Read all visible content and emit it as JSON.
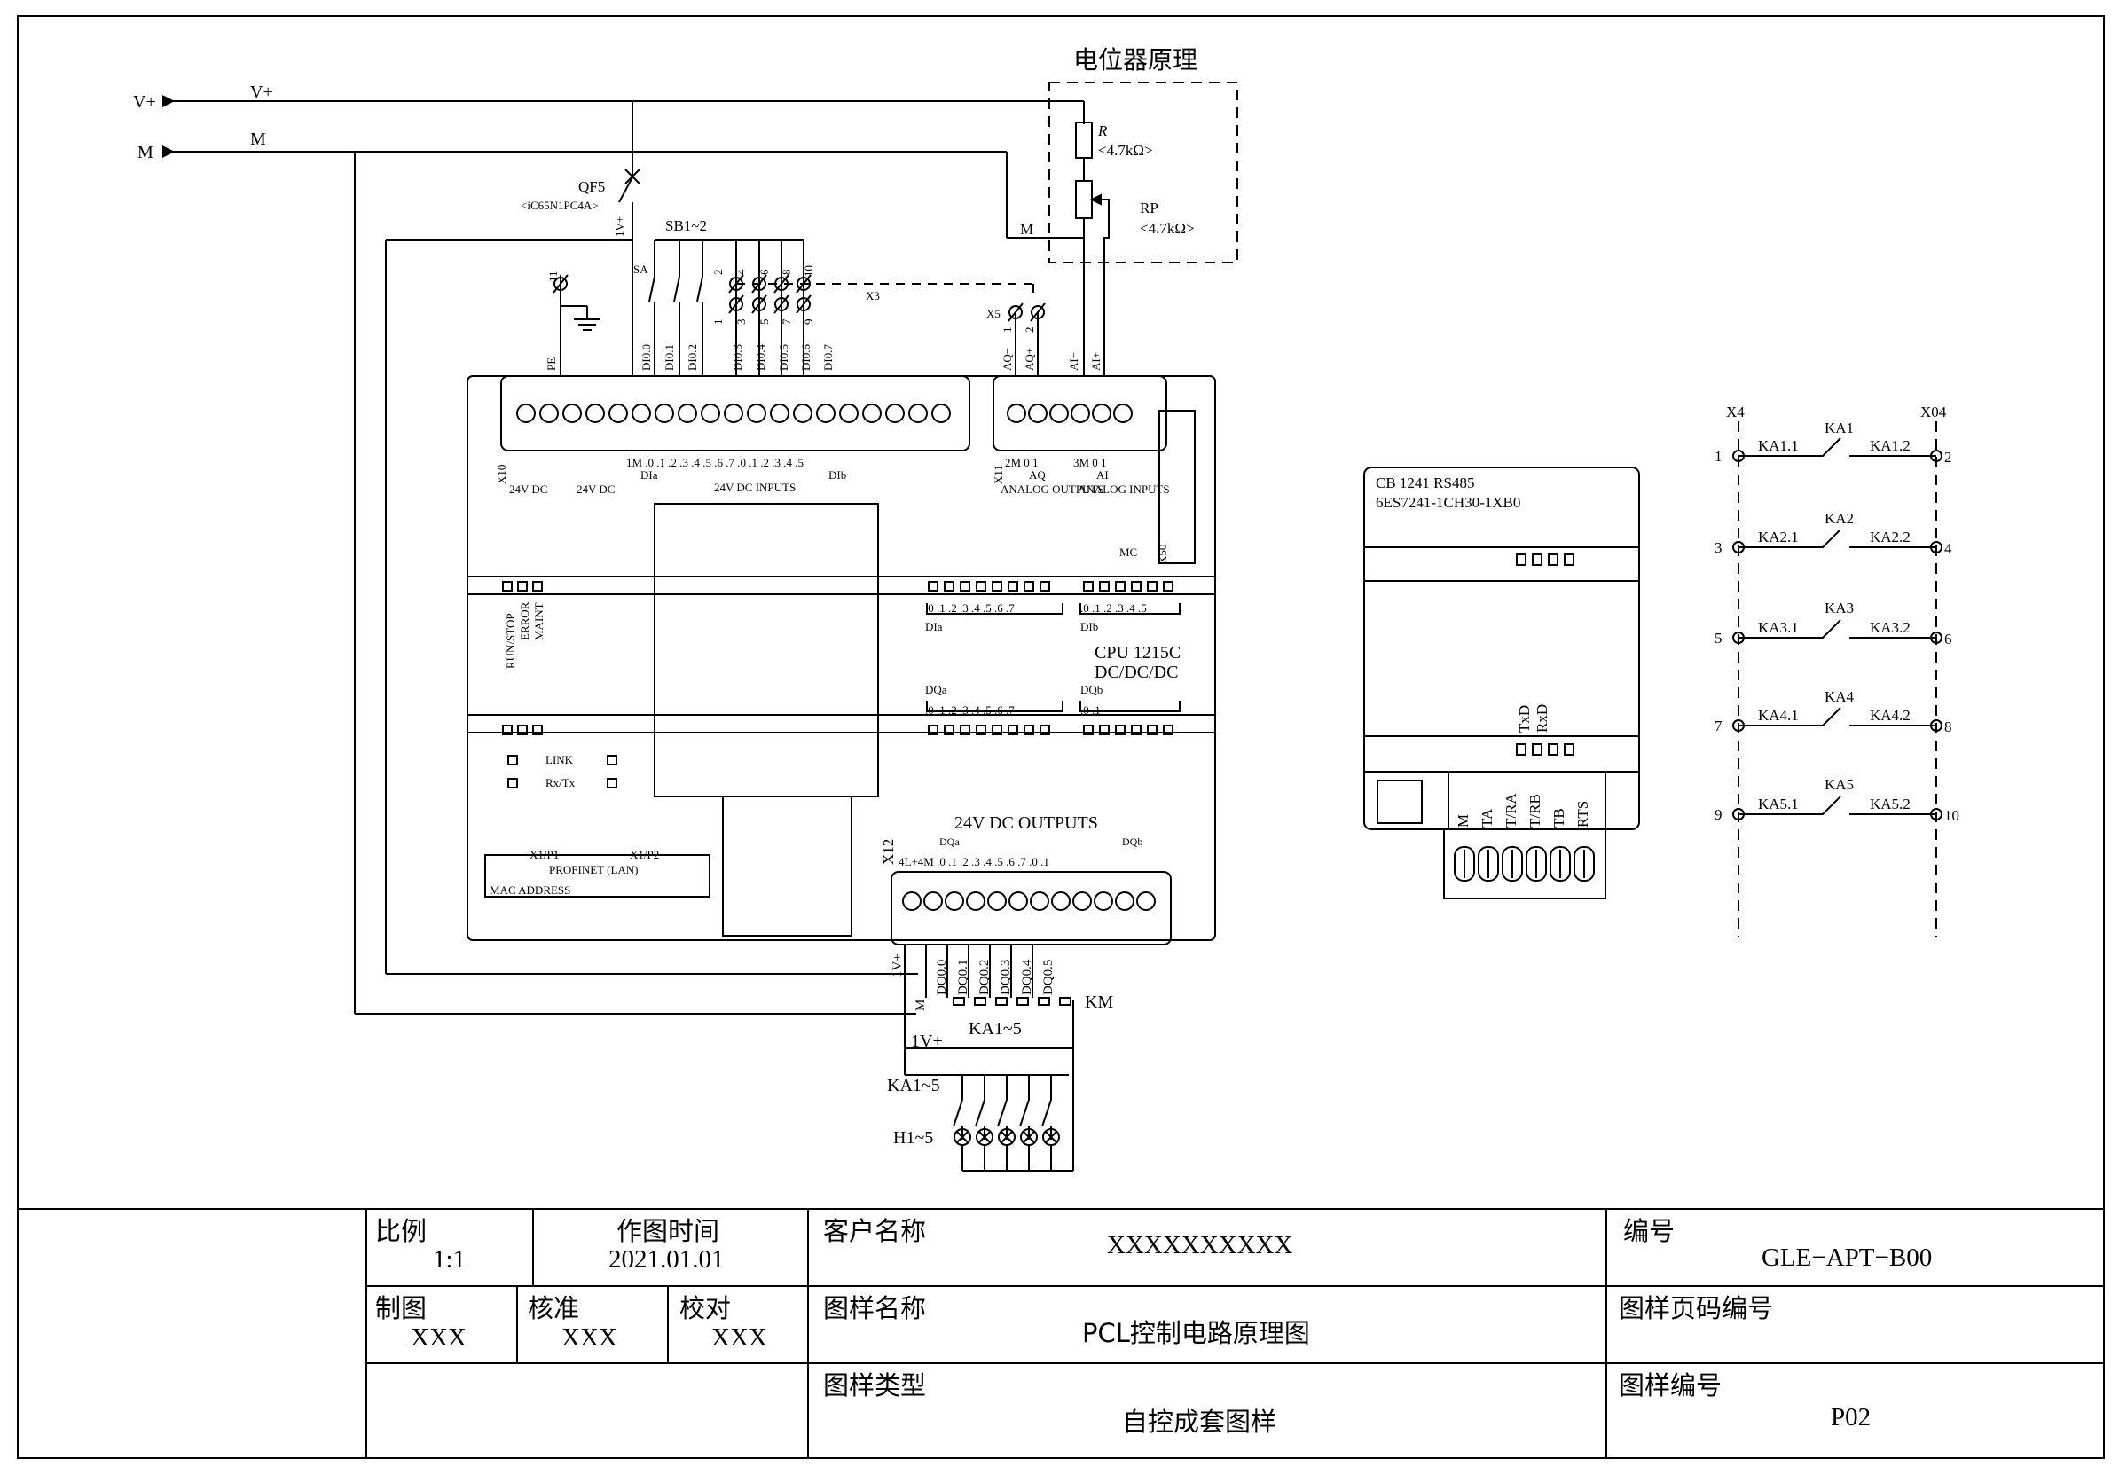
{
  "supply": {
    "vplus": "V+",
    "m": "M"
  },
  "potentiometer": {
    "title": "电位器原理",
    "r_label": "R",
    "r_value": "<4.7kΩ>",
    "rp_label": "RP",
    "rp_value": "<4.7kΩ>",
    "m_label": "M"
  },
  "breaker": {
    "name": "QF5",
    "model": "<iC65N1PC4A>",
    "wire": "1V+"
  },
  "switches": {
    "name": "SB1~2",
    "sa": "SA"
  },
  "terminals": {
    "x3": "X3",
    "x5": "X5",
    "pe_num": "11",
    "top_nums": [
      "2",
      "4",
      "6",
      "8",
      "10"
    ],
    "bottom_nums": [
      "1",
      "3",
      "5",
      "7",
      "9"
    ],
    "x5_nums": [
      "1",
      "2"
    ]
  },
  "plc": {
    "pin_labels": [
      "PE",
      "DI0.0",
      "DI0.1",
      "DI0.2",
      "DI0.3",
      "DI0.4",
      "DI0.5",
      "DI0.6",
      "DI0.7"
    ],
    "analog_pins": [
      "AQ−",
      "AQ+",
      "AI−",
      "AI+"
    ],
    "x10": "X10",
    "x11": "X11",
    "x12": "X12",
    "x50": "X50",
    "di_header": "1M .0 .1 .2 .3 .4 .5 .6 .7 .0 .1 .2 .3 .4 .5",
    "dia": "DIa",
    "dib": "DIb",
    "dc24_a": "24V DC",
    "dc24_b": "24V DC",
    "inputs_label": "24V DC INPUTS",
    "aq_header": "2M 0 1",
    "ai_header": "3M 0 1",
    "aq": "AQ",
    "ai": "AI",
    "analog_outputs": "ANALOG OUTPUTS",
    "analog_inputs": "ANALOG INPUTS",
    "mc": "MC",
    "status": [
      "RUN/STOP",
      "ERROR",
      "MAINT"
    ],
    "dia_leds": ".0 .1 .2 .3 .4 .5 .6 .7",
    "dib_leds": ".0 .1 .2 .3 .4 .5",
    "cpu_model": "CPU 1215C",
    "cpu_type": "DC/DC/DC",
    "dqa": "DQa",
    "dqb": "DQb",
    "dqa_leds": ".0 .1 .2 .3 .4 .5 .6 .7",
    "dqb_leds": ".0 .1",
    "link": "LINK",
    "rxtx": "Rx/Tx",
    "x1p1": "X1/P1",
    "x1p2": "X1/P2",
    "profinet": "PROFINET (LAN)",
    "mac": "MAC ADDRESS",
    "outputs_label": "24V DC OUTPUTS",
    "dq_header": "4L+4M .0 .1 .2 .3 .4 .5 .6 .7 .0 .1",
    "out_pins": [
      "1V+",
      "M",
      "DQ0.0",
      "DQ0.1",
      "DQ0.2",
      "DQ0.3",
      "DQ0.4",
      "DQ0.5"
    ]
  },
  "output_circuit": {
    "km": "KM",
    "coils": "KA1~5",
    "wire": "1V+",
    "contacts": "KA1~5",
    "lamps": "H1~5"
  },
  "comm_module": {
    "name": "CB 1241 RS485",
    "part": "6ES7241-1CH30-1XB0",
    "txd": "TxD",
    "rxd": "RxD",
    "pins": [
      "M",
      "TA",
      "T/RA",
      "T/RB",
      "TB",
      "RTS"
    ]
  },
  "relay_ladder": {
    "left": "X4",
    "right": "X04",
    "rungs": [
      {
        "relay": "KA1",
        "c1": "KA1.1",
        "c2": "KA1.2",
        "n1": "1",
        "n2": "2"
      },
      {
        "relay": "KA2",
        "c1": "KA2.1",
        "c2": "KA2.2",
        "n1": "3",
        "n2": "4"
      },
      {
        "relay": "KA3",
        "c1": "KA3.1",
        "c2": "KA3.2",
        "n1": "5",
        "n2": "6"
      },
      {
        "relay": "KA4",
        "c1": "KA4.1",
        "c2": "KA4.2",
        "n1": "7",
        "n2": "8"
      },
      {
        "relay": "KA5",
        "c1": "KA5.1",
        "c2": "KA5.2",
        "n1": "9",
        "n2": "10"
      }
    ]
  },
  "title_block": {
    "scale_label": "比例",
    "scale": "1:1",
    "date_label": "作图时间",
    "date": "2021.01.01",
    "customer_label": "客户名称",
    "customer": "XXXXXXXXXX",
    "number_label": "编号",
    "number": "GLE−APT−B00",
    "drawn_label": "制图",
    "drawn": "XXX",
    "approved_label": "核准",
    "approved": "XXX",
    "checked_label": "校对",
    "checked": "XXX",
    "drawing_name_label": "图样名称",
    "drawing_name": "PCL控制电路原理图",
    "page_code_label": "图样页码编号",
    "page_code": "",
    "type_label": "图样类型",
    "type": "自控成套图样",
    "drawing_no_label": "图样编号",
    "drawing_no": "P02"
  }
}
